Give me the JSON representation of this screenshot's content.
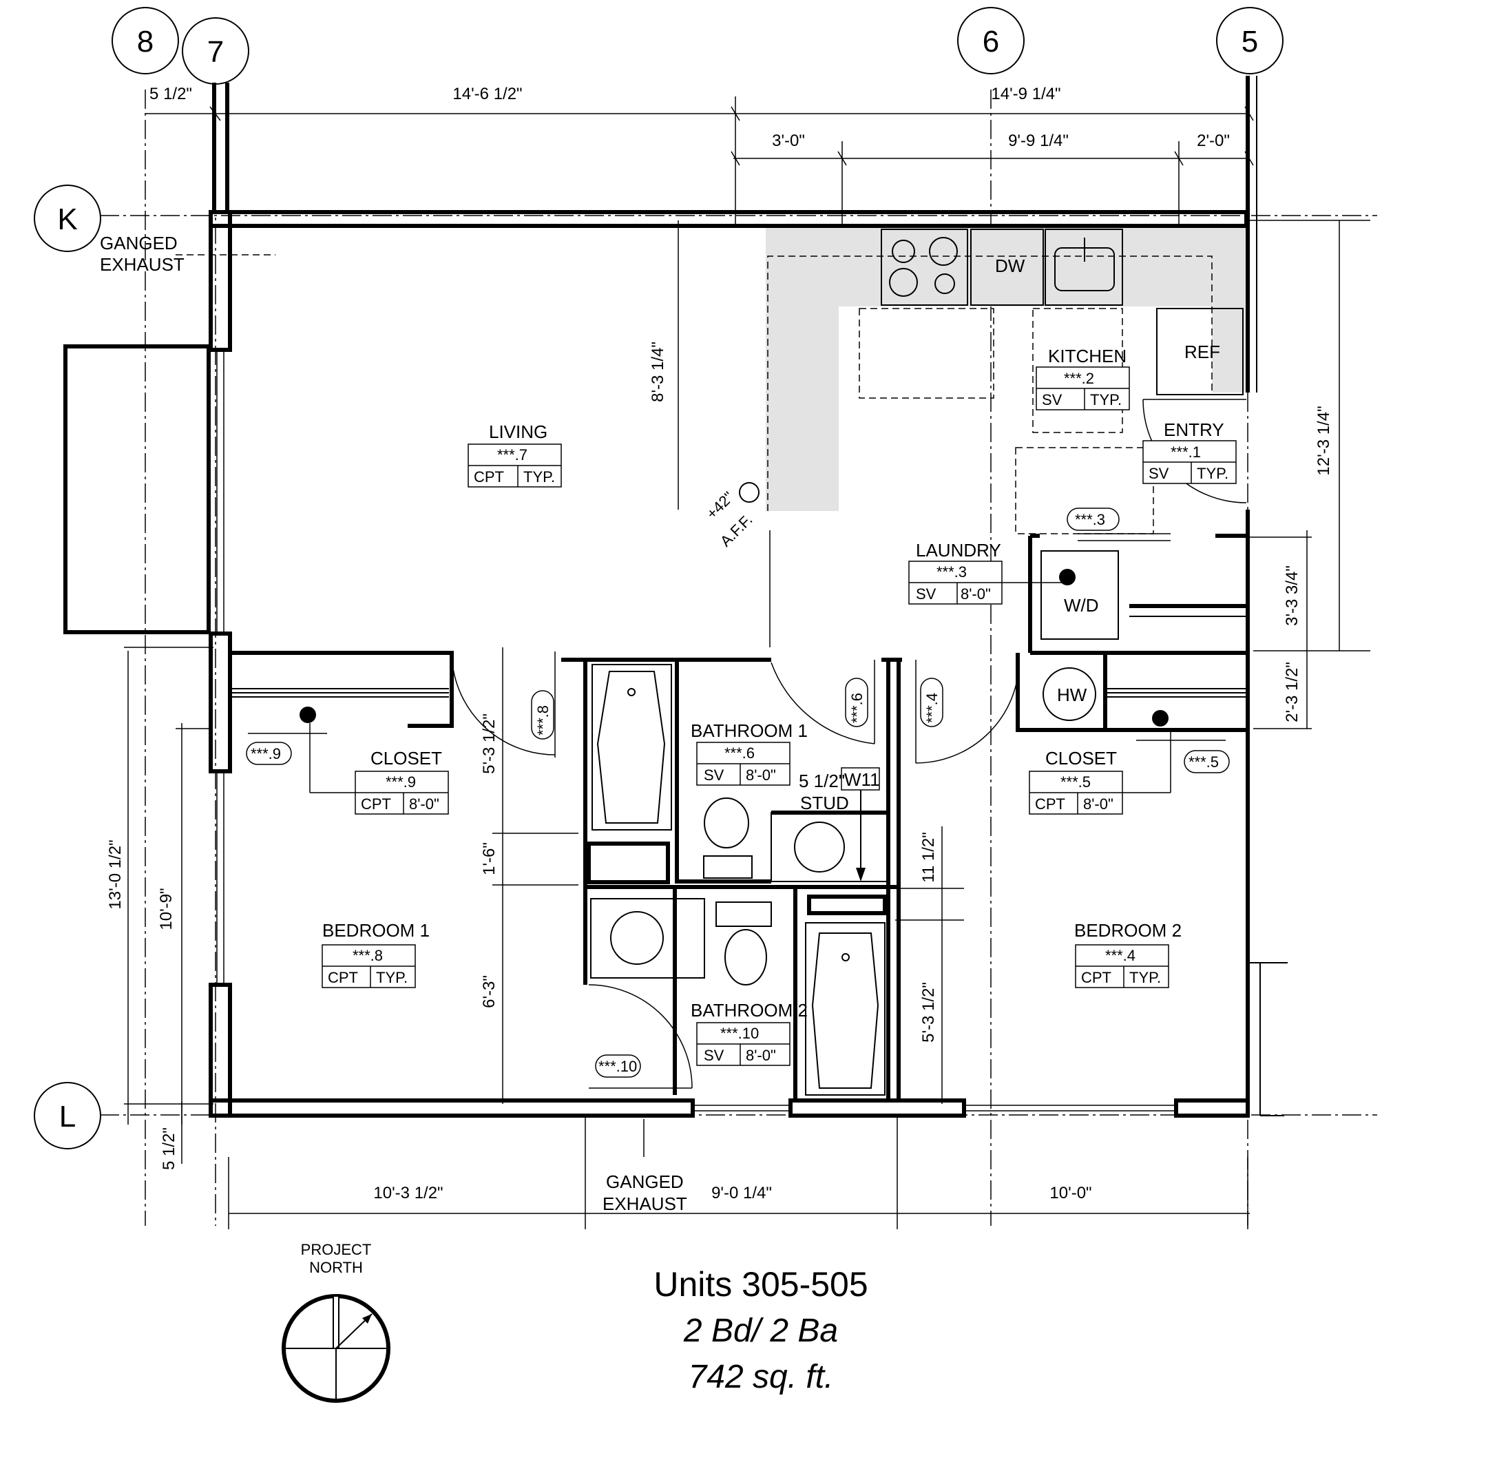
{
  "grid": {
    "columns": [
      "8",
      "7",
      "6",
      "5"
    ],
    "rows": [
      "K",
      "L"
    ]
  },
  "rooms": [
    {
      "id": "living",
      "name": "LIVING",
      "tag": "***.7",
      "floor": "CPT",
      "ceiling": "TYP."
    },
    {
      "id": "kitchen",
      "name": "KITCHEN",
      "tag": "***.2",
      "floor": "SV",
      "ceiling": "TYP."
    },
    {
      "id": "entry",
      "name": "ENTRY",
      "tag": "***.1",
      "floor": "SV",
      "ceiling": "TYP."
    },
    {
      "id": "laundry",
      "name": "LAUNDRY",
      "tag": "***.3",
      "floor": "SV",
      "ceiling": "8'-0\""
    },
    {
      "id": "closet1",
      "name": "CLOSET",
      "tag": "***.9",
      "floor": "CPT",
      "ceiling": "8'-0\""
    },
    {
      "id": "bathroom1",
      "name": "BATHROOM 1",
      "tag": "***.6",
      "floor": "SV",
      "ceiling": "8'-0\""
    },
    {
      "id": "closet2",
      "name": "CLOSET",
      "tag": "***.5",
      "floor": "CPT",
      "ceiling": "8'-0\""
    },
    {
      "id": "bedroom1",
      "name": "BEDROOM 1",
      "tag": "***.8",
      "floor": "CPT",
      "ceiling": "TYP."
    },
    {
      "id": "bedroom2",
      "name": "BEDROOM 2",
      "tag": "***.4",
      "floor": "CPT",
      "ceiling": "TYP."
    },
    {
      "id": "bathroom2",
      "name": "BATHROOM 2",
      "tag": "***.10",
      "floor": "SV",
      "ceiling": "8'-0\""
    }
  ],
  "door_tags": [
    "***.9",
    "***.8",
    "***.6",
    "***.4",
    "***.5",
    "***.3",
    "***.10"
  ],
  "fixtures": {
    "dishwasher": "DW",
    "refrigerator": "REF",
    "washer_dryer": "W/D",
    "water_heater": "HW",
    "wall_type": "W11",
    "stud_note_line1": "5 1/2\"",
    "stud_note_line2": "STUD",
    "counter_height_line1": "+42\"",
    "counter_height_line2": "A.F.F."
  },
  "exhaust_notes": {
    "line1": "GANGED",
    "line2": "EXHAUST"
  },
  "dimensions": {
    "top_1": "5 1/2\"",
    "top_2": "14'-6 1/2\"",
    "top_3": "14'-9 1/4\"",
    "top_4": "3'-0\"",
    "top_5": "9'-9 1/4\"",
    "top_6": "2'-0\"",
    "left_1": "13'-0 1/2\"",
    "left_2": "10'-9\"",
    "left_3": "5 1/2\"",
    "mid_1": "8'-3 1/4\"",
    "mid_2": "5'-3 1/2\"",
    "mid_3": "1'-6\"",
    "mid_4": "6'-3\"",
    "mid_5": "11 1/2\"",
    "mid_6": "5'-3 1/2\"",
    "right_1": "12'-3 1/4\"",
    "right_2": "3'-3 3/4\"",
    "right_3": "2'-3 1/2\"",
    "bottom_1": "10'-3 1/2\"",
    "bottom_2": "9'-0 1/4\"",
    "bottom_3": "10'-0\""
  },
  "north": {
    "line1": "PROJECT",
    "line2": "NORTH"
  },
  "title_block": {
    "units": "Units 305-505",
    "bed_bath": "2 Bd/ 2 Ba",
    "area": "742 sq. ft."
  },
  "colors": {
    "title": "#4ab5b8",
    "counter": "#e3e3e3"
  }
}
